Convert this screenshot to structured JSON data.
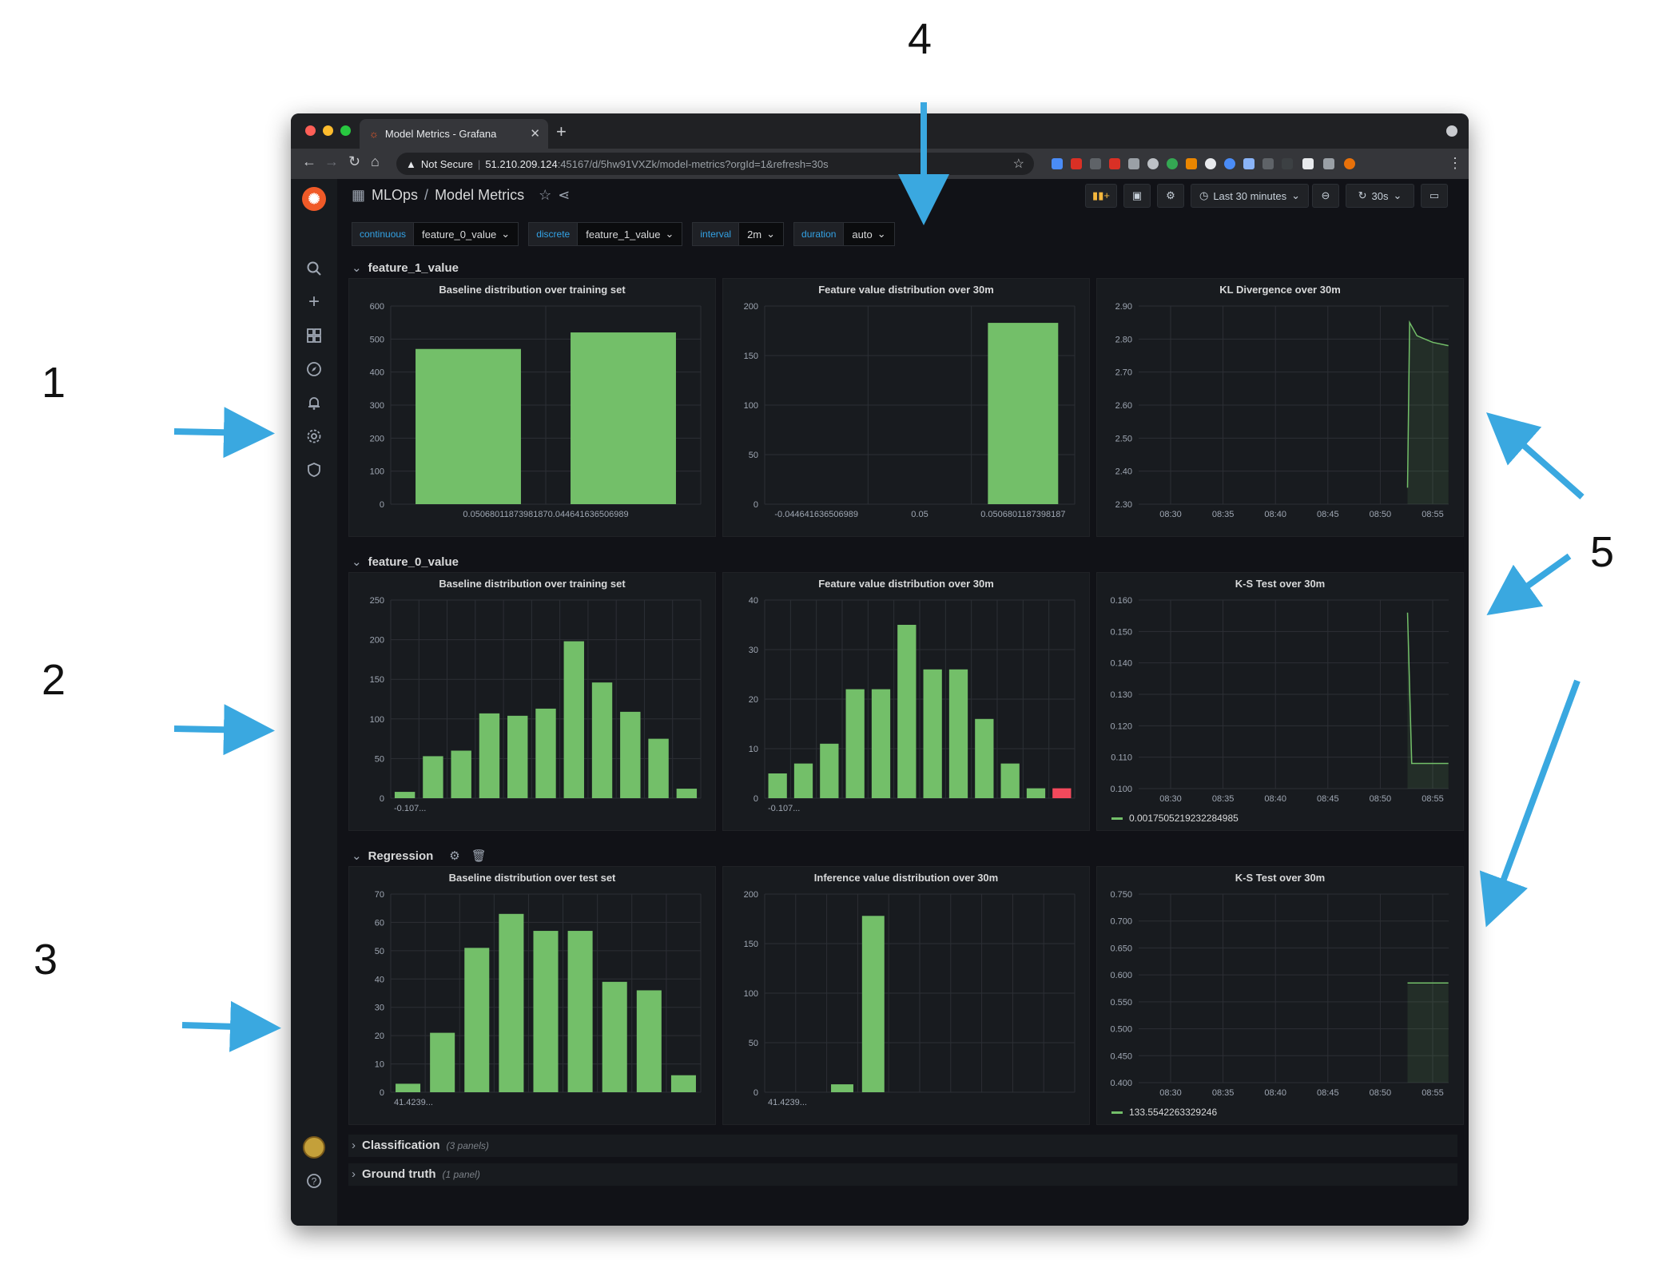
{
  "callouts": [
    "1",
    "2",
    "3",
    "4",
    "5"
  ],
  "browser": {
    "tab_title": "Model Metrics - Grafana",
    "url_warning": "Not Secure",
    "url_host": "51.210.209.124",
    "url_rest": ":45167/d/5hw91VXZk/model-metrics?orgId=1&refresh=30s"
  },
  "grafana": {
    "folder": "MLOps",
    "separator": "/",
    "dashboard": "Model Metrics",
    "time_range": "Last 30 minutes",
    "refresh": "30s"
  },
  "variables": [
    {
      "label": "continuous",
      "value": "feature_0_value"
    },
    {
      "label": "discrete",
      "value": "feature_1_value"
    },
    {
      "label": "interval",
      "value": "2m"
    },
    {
      "label": "duration",
      "value": "auto"
    }
  ],
  "rows": {
    "r1": "feature_1_value",
    "r2": "feature_0_value",
    "r3": "Regression",
    "r4": "Classification",
    "r4_sub": "(3 panels)",
    "r5": "Ground truth",
    "r5_sub": "(1 panel)"
  },
  "colors": {
    "bar": "#73bf69",
    "bar_alert": "#f2495c",
    "grid": "#2c2f35"
  },
  "panels": {
    "p11": {
      "title": "Baseline distribution over training set"
    },
    "p12": {
      "title": "Feature value distribution over 30m"
    },
    "p13": {
      "title": "KL Divergence over 30m"
    },
    "p21": {
      "title": "Baseline distribution over training set"
    },
    "p22": {
      "title": "Feature value distribution over 30m"
    },
    "p23": {
      "title": "K-S Test over 30m",
      "legend": "0.0017505219232284985"
    },
    "p31": {
      "title": "Baseline distribution over test set"
    },
    "p32": {
      "title": "Inference value distribution over 30m"
    },
    "p33": {
      "title": "K-S Test over 30m",
      "legend": "133.5542263329246"
    }
  },
  "chart_data": [
    {
      "id": "p11",
      "type": "bar",
      "title": "Baseline distribution over training set",
      "categories": [
        "0.0506801187398187",
        "0.044641636506989"
      ],
      "values": [
        470,
        520
      ],
      "ylim": [
        0,
        600
      ],
      "yticks": [
        0,
        100,
        200,
        300,
        400,
        500,
        600
      ],
      "tick_label": "0.05068011873981870.044641636506989"
    },
    {
      "id": "p12",
      "type": "bar",
      "title": "Feature value distribution over 30m",
      "categories": [
        "-0.044641636506989",
        "0.05",
        "0.0506801187398187"
      ],
      "values": [
        0,
        0,
        183
      ],
      "ylim": [
        0,
        200
      ],
      "yticks": [
        0,
        50,
        100,
        150,
        200
      ]
    },
    {
      "id": "p13",
      "type": "line",
      "title": "KL Divergence over 30m",
      "x": [
        "08:30",
        "08:35",
        "08:40",
        "08:45",
        "08:50",
        "08:55"
      ],
      "ylim": [
        2.3,
        2.9
      ],
      "yticks": [
        "2.30",
        "2.40",
        "2.50",
        "2.60",
        "2.70",
        "2.80",
        "2.90"
      ],
      "series": [
        {
          "points": [
            [
              52.6,
              2.35
            ],
            [
              52.8,
              2.85
            ],
            [
              53.5,
              2.81
            ],
            [
              55.0,
              2.79
            ],
            [
              56.5,
              2.78
            ]
          ]
        }
      ]
    },
    {
      "id": "p21",
      "type": "bar",
      "title": "Baseline distribution over training set",
      "values": [
        8,
        53,
        60,
        107,
        104,
        113,
        198,
        146,
        109,
        75,
        12
      ],
      "ylim": [
        0,
        250
      ],
      "yticks": [
        0,
        50,
        100,
        150,
        200,
        250
      ],
      "tick_label": "-0.107..."
    },
    {
      "id": "p22",
      "type": "bar",
      "title": "Feature value distribution over 30m",
      "values": [
        5,
        7,
        11,
        22,
        22,
        35,
        26,
        26,
        16,
        7,
        2,
        2
      ],
      "alert_index": 11,
      "ylim": [
        0,
        40
      ],
      "yticks": [
        0,
        10,
        20,
        30,
        40
      ],
      "tick_label": "-0.107..."
    },
    {
      "id": "p23",
      "type": "line",
      "title": "K-S Test over 30m",
      "x": [
        "08:30",
        "08:35",
        "08:40",
        "08:45",
        "08:50",
        "08:55"
      ],
      "ylim": [
        0.1,
        0.16
      ],
      "yticks": [
        "0.100",
        "0.110",
        "0.120",
        "0.130",
        "0.140",
        "0.150",
        "0.160"
      ],
      "series": [
        {
          "name": "0.0017505219232284985",
          "points": [
            [
              52.6,
              0.156
            ],
            [
              53.0,
              0.108
            ],
            [
              56.5,
              0.108
            ]
          ]
        }
      ]
    },
    {
      "id": "p31",
      "type": "bar",
      "title": "Baseline distribution over test set",
      "values": [
        3,
        21,
        51,
        63,
        57,
        57,
        39,
        36,
        6
      ],
      "ylim": [
        0,
        70
      ],
      "yticks": [
        0,
        10,
        20,
        30,
        40,
        50,
        60,
        70
      ],
      "tick_label": "41.4239..."
    },
    {
      "id": "p32",
      "type": "bar",
      "title": "Inference value distribution over 30m",
      "values": [
        0,
        0,
        8,
        178,
        0,
        0,
        0,
        0,
        0,
        0
      ],
      "ylim": [
        0,
        200
      ],
      "yticks": [
        0,
        50,
        100,
        150,
        200
      ],
      "tick_label": "41.4239..."
    },
    {
      "id": "p33",
      "type": "line",
      "title": "K-S Test over 30m",
      "x": [
        "08:30",
        "08:35",
        "08:40",
        "08:45",
        "08:50",
        "08:55"
      ],
      "ylim": [
        0.4,
        0.75
      ],
      "yticks": [
        "0.400",
        "0.450",
        "0.500",
        "0.550",
        "0.600",
        "0.650",
        "0.700",
        "0.750"
      ],
      "series": [
        {
          "name": "133.5542263329246",
          "points": [
            [
              52.6,
              0.585
            ],
            [
              56.5,
              0.585
            ]
          ]
        }
      ]
    }
  ]
}
